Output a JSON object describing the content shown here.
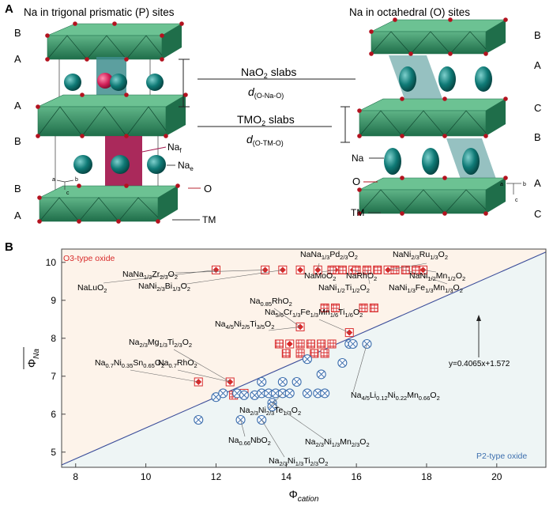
{
  "panel_a": {
    "letter": "A",
    "left_title": "Na in trigonal prismatic (P) sites",
    "right_title": "Na in octahedral (O) sites",
    "left_stack": [
      "B",
      "A",
      "A",
      "B",
      "B",
      "A"
    ],
    "right_stack": [
      "B",
      "A",
      "C",
      "B",
      "A",
      "C"
    ],
    "nao2_label": "NaO",
    "nao2_sub": "2",
    "nao2_suffix": " slabs",
    "d_nao": "d",
    "d_nao_sub": "(O-Na-O)",
    "tmo2_label": "TMO",
    "tmo2_sub": "2",
    "tmo2_suffix": " slabs",
    "d_tmo": "d",
    "d_tmo_sub": "(O-TM-O)",
    "left_labels": {
      "naf": "Na",
      "naf_sub": "f",
      "nae": "Na",
      "nae_sub": "e",
      "o": "O",
      "tm": "TM"
    },
    "right_labels": {
      "na": "Na",
      "o": "O",
      "tm": "TM"
    },
    "axes_left": {
      "a": "a",
      "b": "b",
      "c": "c"
    },
    "axes_right": {
      "a": "a",
      "b": "b",
      "c": "c"
    },
    "colors": {
      "octahedra": "#2f8f63",
      "na": "#0f7a76",
      "prism_red": "#a3174d",
      "prism_teal": "#3f8e8e",
      "oxygen": "#b3121f"
    }
  },
  "panel_b": {
    "letter": "B",
    "o3_label": "O3-type oxide",
    "p2_label": "P2-type oxide",
    "equation": "y=0.4065x+1.572",
    "colors": {
      "o3_bg": "#fdf3ea",
      "p2_bg": "#eef5f5",
      "o3": "#d82a2a",
      "p2": "#3d6fae",
      "line": "#3b4d9a"
    },
    "annotations": [
      {
        "key": "nalu",
        "text": "NaLuO",
        "sub": "2"
      },
      {
        "key": "nanazr",
        "text": "NaNa1/3Zr2/3O2"
      },
      {
        "key": "nanibi",
        "text": "NaNi2/3Bi1/3O2"
      },
      {
        "key": "nanapd",
        "text": "NaNa1/3Pd2/3O2"
      },
      {
        "key": "nanirudd",
        "text": "NaNi2/3Ru1/3O2"
      },
      {
        "key": "namo",
        "text": "NaMoO2"
      },
      {
        "key": "narh",
        "text": "NaRhO2"
      },
      {
        "key": "naniti",
        "text": "NaNi1/2Ti1/2O2"
      },
      {
        "key": "nanifemn",
        "text": "NaNi1/3Fe1/3Mn1/3O2"
      },
      {
        "key": "nanimn",
        "text": "NaNi1/2Mn1/2O2"
      },
      {
        "key": "na085rh",
        "text": "Na0.85RhO2"
      },
      {
        "key": "nacrfemnti",
        "text": "Na5/6Cr1/3Fe1/3Mn1/6Ti1/6O2"
      },
      {
        "key": "nanititi",
        "text": "Na4/5Ni2/5Ti3/5O2"
      },
      {
        "key": "namgti",
        "text": "Na2/3Mg1/3Ti2/3O2"
      },
      {
        "key": "nanisn",
        "text": "Na0.7Ni0.35Sn0.65O2"
      },
      {
        "key": "narh07",
        "text": "Na0.7RhO2"
      },
      {
        "key": "nalinimn",
        "text": "Na4/5Li0.12Ni0.22Mn0.66O2"
      },
      {
        "key": "nanite",
        "text": "Na2/3Ni2/3Te1/3O2"
      },
      {
        "key": "nanb",
        "text": "Na0.66NbO2"
      },
      {
        "key": "nanimn23",
        "text": "Na2/3Ni1/3Mn2/3O2"
      },
      {
        "key": "naniti23",
        "text": "Na2/3Ni1/3Ti2/3O2"
      }
    ]
  },
  "chart_data": {
    "type": "scatter",
    "title": "",
    "xlabel": "Φcation",
    "ylabel": "Φ̄Na",
    "xlim": [
      7.6,
      21.4
    ],
    "ylim": [
      4.6,
      10.35
    ],
    "xticks": [
      8,
      10,
      12,
      14,
      16,
      18,
      20
    ],
    "yticks": [
      5,
      6,
      7,
      8,
      9,
      10
    ],
    "grid": false,
    "fit_line": {
      "slope": 0.4065,
      "intercept": 1.572
    },
    "series": [
      {
        "marker": "filled-diamond",
        "color": "#d82a2a",
        "points": [
          [
            12.0,
            9.8
          ],
          [
            13.4,
            9.8
          ],
          [
            13.9,
            9.8
          ],
          [
            14.4,
            9.8
          ],
          [
            14.9,
            9.8
          ],
          [
            15.4,
            9.8
          ],
          [
            15.9,
            9.8
          ],
          [
            16.9,
            9.8
          ],
          [
            17.9,
            9.8
          ],
          [
            14.4,
            8.3
          ],
          [
            14.1,
            7.85
          ],
          [
            15.8,
            8.15
          ],
          [
            12.4,
            6.85
          ],
          [
            11.5,
            6.85
          ],
          [
            12.8,
            6.55
          ]
        ]
      },
      {
        "marker": "hatched-square",
        "color": "#d82a2a",
        "points": [
          [
            15.3,
            9.8
          ],
          [
            15.6,
            9.8
          ],
          [
            16.0,
            9.8
          ],
          [
            16.3,
            9.8
          ],
          [
            16.6,
            9.8
          ],
          [
            17.1,
            9.8
          ],
          [
            17.4,
            9.8
          ],
          [
            17.7,
            9.8
          ],
          [
            15.1,
            8.8
          ],
          [
            15.4,
            8.8
          ],
          [
            16.2,
            8.8
          ],
          [
            16.5,
            8.8
          ],
          [
            13.8,
            7.85
          ],
          [
            14.4,
            7.85
          ],
          [
            14.7,
            7.85
          ],
          [
            15.0,
            7.85
          ],
          [
            15.3,
            7.85
          ],
          [
            14.0,
            7.6
          ],
          [
            14.4,
            7.6
          ],
          [
            14.8,
            7.6
          ],
          [
            15.1,
            7.6
          ],
          [
            12.5,
            6.5
          ]
        ]
      },
      {
        "marker": "crossed-circle",
        "color": "#3d6fae",
        "points": [
          [
            11.5,
            5.85
          ],
          [
            12.0,
            6.45
          ],
          [
            12.2,
            6.55
          ],
          [
            12.6,
            6.55
          ],
          [
            12.8,
            6.5
          ],
          [
            13.1,
            6.5
          ],
          [
            13.3,
            6.55
          ],
          [
            13.5,
            6.55
          ],
          [
            13.7,
            6.55
          ],
          [
            13.9,
            6.55
          ],
          [
            14.1,
            6.55
          ],
          [
            12.7,
            5.85
          ],
          [
            13.3,
            5.85
          ],
          [
            13.6,
            6.3
          ],
          [
            13.3,
            6.85
          ],
          [
            13.9,
            6.85
          ],
          [
            13.6,
            6.2
          ],
          [
            14.3,
            6.85
          ],
          [
            14.6,
            6.55
          ],
          [
            14.9,
            6.55
          ],
          [
            15.1,
            6.55
          ],
          [
            14.6,
            7.45
          ],
          [
            15.0,
            7.05
          ],
          [
            15.6,
            7.35
          ],
          [
            15.8,
            7.85
          ],
          [
            15.9,
            7.85
          ],
          [
            16.3,
            7.85
          ]
        ]
      }
    ]
  }
}
